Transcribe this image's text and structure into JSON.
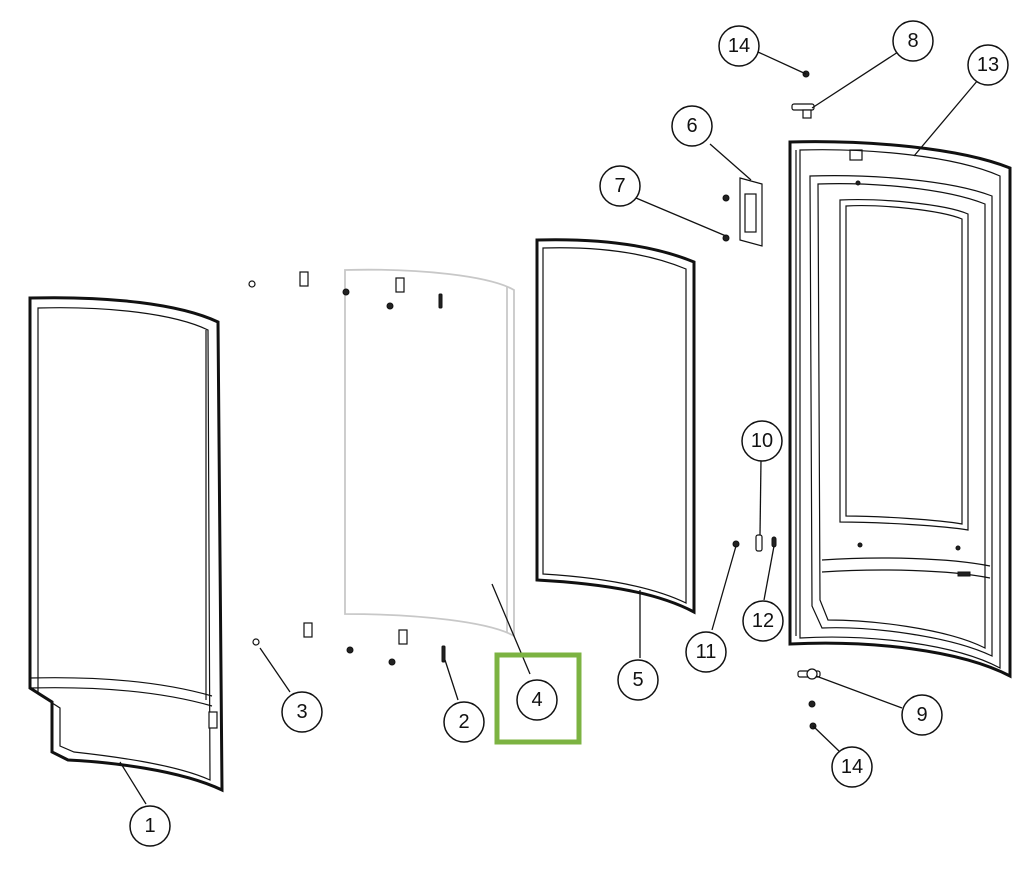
{
  "diagram": {
    "highlight_color": "#7cb342",
    "line_color": "#111111",
    "glass_color": "#c8c8c8",
    "callouts": [
      {
        "id": "c1",
        "label": "1"
      },
      {
        "id": "c2",
        "label": "2"
      },
      {
        "id": "c3",
        "label": "3"
      },
      {
        "id": "c4",
        "label": "4",
        "highlighted": true
      },
      {
        "id": "c5",
        "label": "5"
      },
      {
        "id": "c6",
        "label": "6"
      },
      {
        "id": "c7",
        "label": "7"
      },
      {
        "id": "c8",
        "label": "8"
      },
      {
        "id": "c9",
        "label": "9"
      },
      {
        "id": "c10",
        "label": "10"
      },
      {
        "id": "c11",
        "label": "11"
      },
      {
        "id": "c12",
        "label": "12"
      },
      {
        "id": "c13",
        "label": "13"
      },
      {
        "id": "c14a",
        "label": "14"
      },
      {
        "id": "c14b",
        "label": "14"
      }
    ]
  }
}
